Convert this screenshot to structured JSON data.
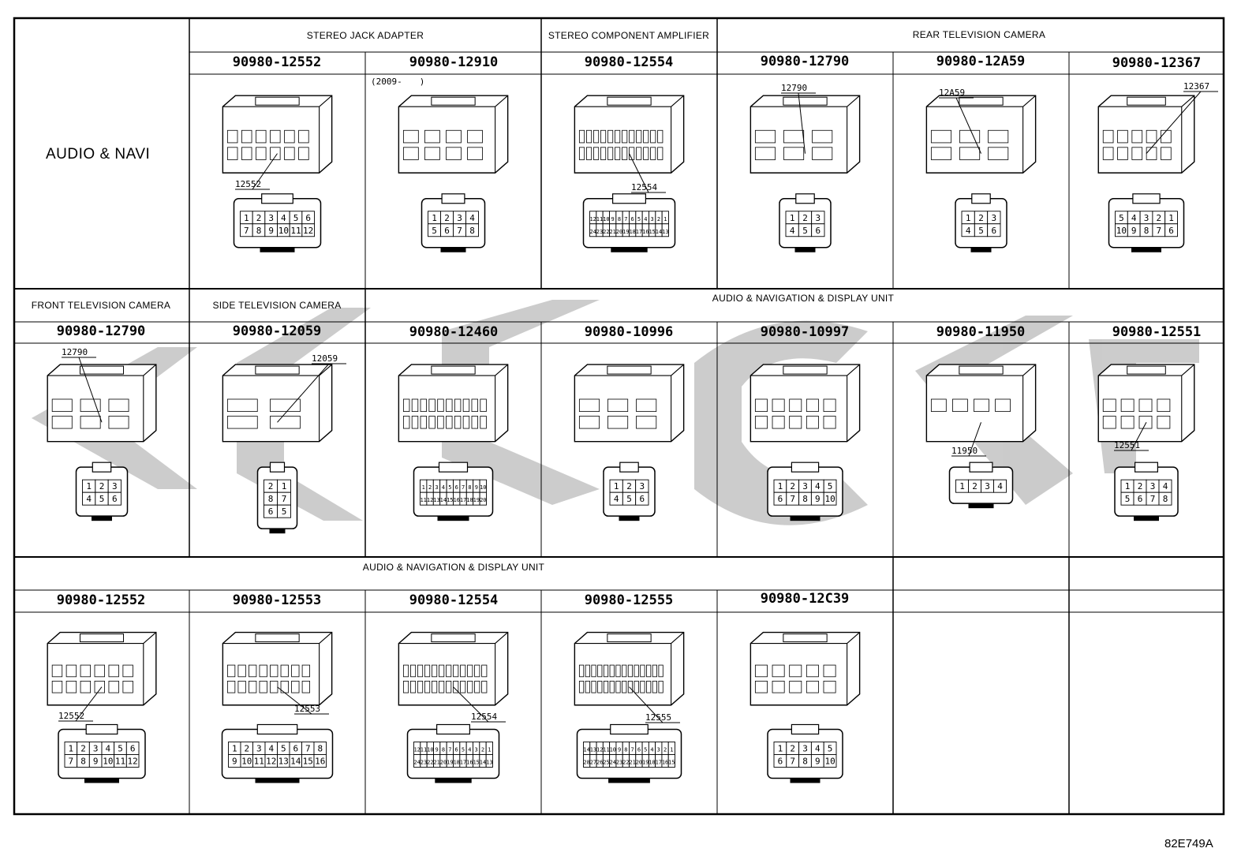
{
  "row_label": "AUDIO & NAVI",
  "drawing_code": "82E749A",
  "note_2009": "(2009-　　)",
  "categories": {
    "stereo_jack": "STEREO JACK ADAPTER",
    "stereo_amp": "STEREO COMPONENT AMPLIFIER",
    "rear_camera": "REAR TELEVISION CAMERA",
    "front_camera": "FRONT TELEVISION CAMERA",
    "side_camera": "SIDE TELEVISION CAMERA",
    "display_unit_row2": "AUDIO & NAVIGATION & DISPLAY UNIT",
    "display_unit_row3": "AUDIO & NAVIGATION & DISPLAY UNIT"
  },
  "connectors": [
    {
      "id": "c1",
      "part": "90980-12552",
      "label": "12552",
      "pins": [
        "1",
        "2",
        "3",
        "4",
        "5",
        "6",
        "7",
        "8",
        "9",
        "10",
        "11",
        "12"
      ]
    },
    {
      "id": "c2",
      "part": "90980-12910",
      "label": "",
      "pins": [
        "1",
        "2",
        "3",
        "4",
        "5",
        "6",
        "7",
        "8"
      ]
    },
    {
      "id": "c3",
      "part": "90980-12554",
      "label": "12554",
      "pins": [
        "12",
        "11",
        "10",
        "9",
        "8",
        "7",
        "6",
        "5",
        "4",
        "3",
        "2",
        "1",
        "24",
        "23",
        "22",
        "21",
        "20",
        "19",
        "18",
        "17",
        "16",
        "15",
        "14",
        "13"
      ]
    },
    {
      "id": "c4",
      "part": "90980-12790",
      "label": "12790",
      "pins": [
        "1",
        "2",
        "3",
        "4",
        "5",
        "6"
      ]
    },
    {
      "id": "c5",
      "part": "90980-12A59",
      "label": "12A59",
      "pins": [
        "1",
        "2",
        "3",
        "4",
        "5",
        "6"
      ]
    },
    {
      "id": "c6",
      "part": "90980-12367",
      "label": "12367",
      "pins": [
        "5",
        "4",
        "3",
        "2",
        "1",
        "10",
        "9",
        "8",
        "7",
        "6"
      ]
    },
    {
      "id": "c7",
      "part": "90980-12790",
      "label": "12790",
      "pins": [
        "1",
        "2",
        "3",
        "4",
        "5",
        "6"
      ]
    },
    {
      "id": "c8",
      "part": "90980-12059",
      "label": "12059",
      "pins": [
        "2",
        "1",
        "8",
        "7",
        "6",
        "5"
      ]
    },
    {
      "id": "c9",
      "part": "90980-12460",
      "label": "",
      "pins": [
        "1",
        "2",
        "3",
        "4",
        "5",
        "6",
        "7",
        "8",
        "9",
        "10",
        "11",
        "12",
        "13",
        "14",
        "15",
        "16",
        "17",
        "18",
        "19",
        "20"
      ]
    },
    {
      "id": "c10",
      "part": "90980-10996",
      "label": "",
      "pins": [
        "1",
        "2",
        "3",
        "4",
        "5",
        "6"
      ]
    },
    {
      "id": "c11",
      "part": "90980-10997",
      "label": "",
      "pins": [
        "1",
        "2",
        "3",
        "4",
        "5",
        "6",
        "7",
        "8",
        "9",
        "10"
      ]
    },
    {
      "id": "c12",
      "part": "90980-11950",
      "label": "11950",
      "pins": [
        "1",
        "2",
        "3",
        "4"
      ]
    },
    {
      "id": "c13",
      "part": "90980-12551",
      "label": "12551",
      "pins": [
        "1",
        "2",
        "3",
        "4",
        "5",
        "6",
        "7",
        "8"
      ]
    },
    {
      "id": "c14",
      "part": "90980-12552",
      "label": "12552",
      "pins": [
        "1",
        "2",
        "3",
        "4",
        "5",
        "6",
        "7",
        "8",
        "9",
        "10",
        "11",
        "12"
      ]
    },
    {
      "id": "c15",
      "part": "90980-12553",
      "label": "12553",
      "pins": [
        "1",
        "2",
        "3",
        "4",
        "5",
        "6",
        "7",
        "8",
        "9",
        "10",
        "11",
        "12",
        "13",
        "14",
        "15",
        "16"
      ]
    },
    {
      "id": "c16",
      "part": "90980-12554",
      "label": "12554",
      "pins": [
        "12",
        "11",
        "10",
        "9",
        "8",
        "7",
        "6",
        "5",
        "4",
        "3",
        "2",
        "1",
        "24",
        "23",
        "22",
        "21",
        "20",
        "19",
        "18",
        "17",
        "16",
        "15",
        "14",
        "13"
      ]
    },
    {
      "id": "c17",
      "part": "90980-12555",
      "label": "12555",
      "pins": [
        "14",
        "13",
        "12",
        "11",
        "10",
        "9",
        "8",
        "7",
        "6",
        "5",
        "4",
        "3",
        "2",
        "1",
        "28",
        "27",
        "26",
        "25",
        "24",
        "23",
        "22",
        "21",
        "20",
        "19",
        "18",
        "17",
        "16",
        "15"
      ]
    },
    {
      "id": "c18",
      "part": "90980-12C39",
      "label": "",
      "pins": [
        "1",
        "2",
        "3",
        "4",
        "5",
        "6",
        "7",
        "8",
        "9",
        "10"
      ]
    }
  ]
}
